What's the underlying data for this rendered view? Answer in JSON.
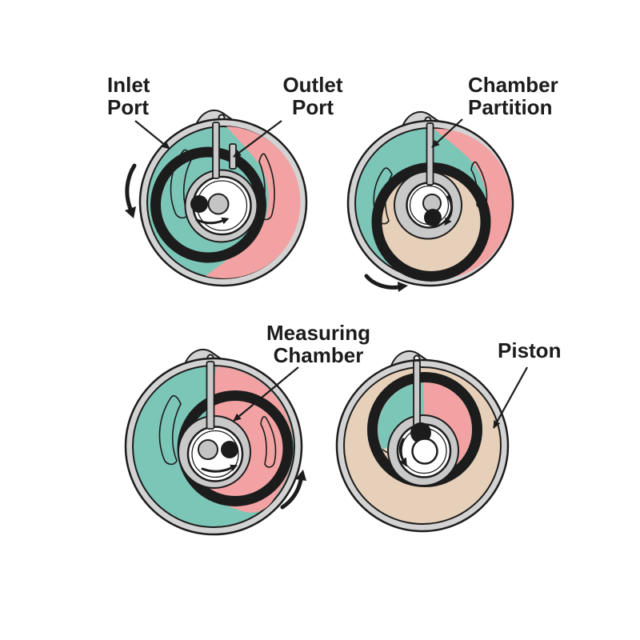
{
  "diagram": {
    "labels": {
      "inlet_port": [
        "Inlet",
        "Port"
      ],
      "outlet_port": [
        "Outlet",
        "Port"
      ],
      "chamber_partition": [
        "Chamber",
        "Partition"
      ],
      "measuring_chamber": [
        "Measuring",
        "Chamber"
      ],
      "piston": [
        "Piston"
      ]
    },
    "colors": {
      "teal": "#7cc6b8",
      "pink": "#f2a2a2",
      "tan": "#e6d0b9",
      "casing_gray": "#d3d3d3",
      "hub_gray": "#c9c9c9",
      "outline_ink": "#1c1c1c",
      "background": "#ffffff"
    },
    "stages": [
      {
        "position": "top-left",
        "callouts": [
          "Inlet Port",
          "Outlet Port"
        ],
        "rotation_arrow": "outer left, pointing down"
      },
      {
        "position": "top-right",
        "callouts": [
          "Chamber Partition"
        ],
        "rotation_arrow": "outer bottom-left, pointing right"
      },
      {
        "position": "bottom-left",
        "callouts": [
          "Measuring Chamber"
        ],
        "rotation_arrow": "outer bottom-right, pointing up"
      },
      {
        "position": "bottom-right",
        "callouts": [
          "Piston"
        ],
        "rotation_arrow": "none"
      }
    ]
  }
}
